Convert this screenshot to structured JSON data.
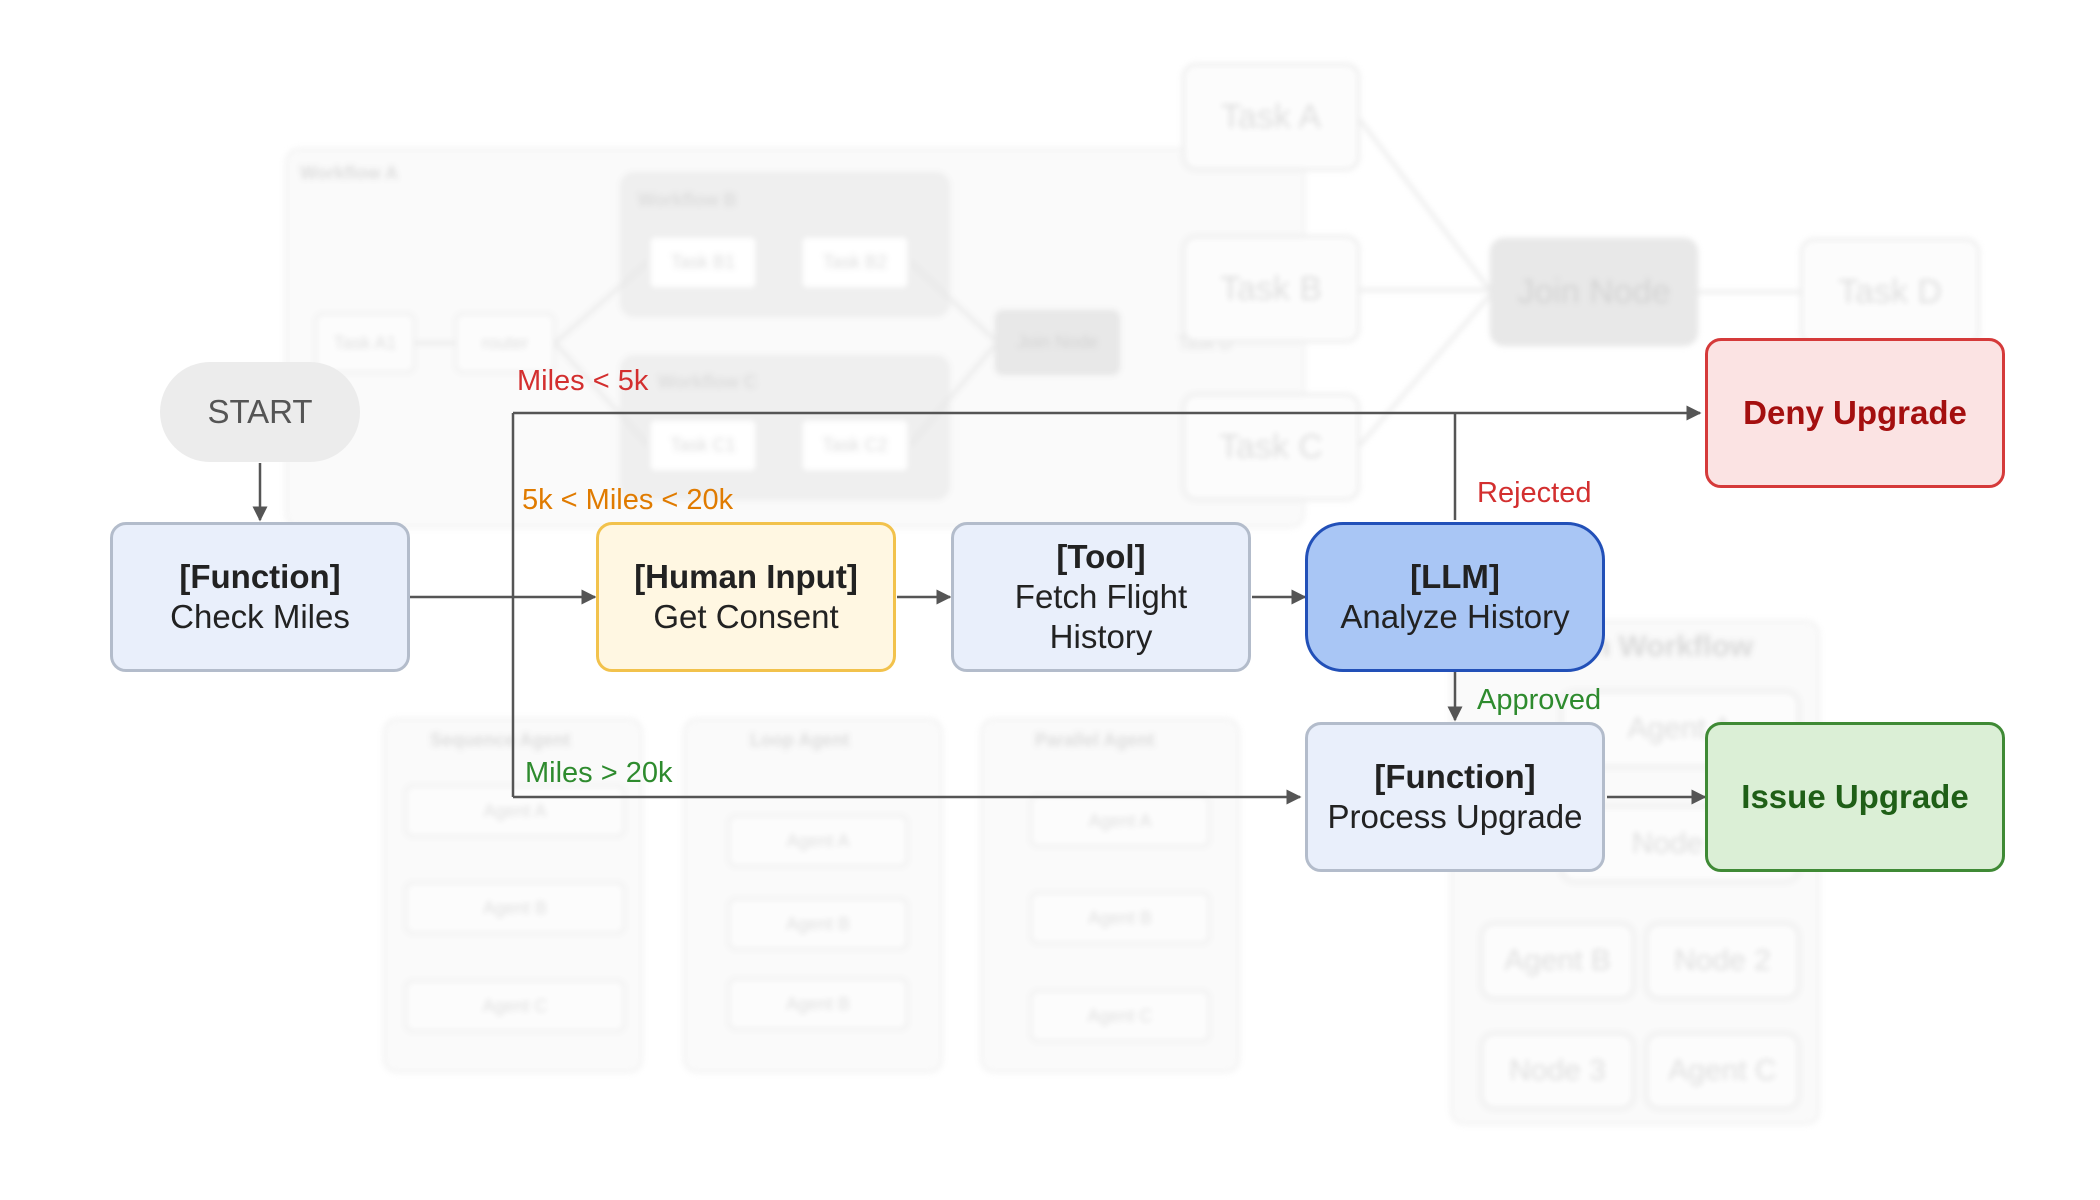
{
  "background": {
    "tasks": [
      "Task A",
      "Task B",
      "Task C",
      "Task D"
    ],
    "join_node": "Join Node",
    "workflow_a": "Workflow A",
    "workflow_b": "Workflow B",
    "workflow_c": "Workflow C",
    "workflow_b_tasks": [
      "Task B1",
      "Task B2"
    ],
    "workflow_c_tasks": [
      "Task C1",
      "Task C2"
    ],
    "task_a1": "Task A1",
    "router": "router",
    "inner_join": "Join Node",
    "inner_after": "Task D",
    "sequence_agent": {
      "title": "Sequence Agent",
      "items": [
        "Agent A",
        "Agent B",
        "Agent C"
      ]
    },
    "loop_agent": {
      "title": "Loop Agent",
      "items": [
        "Agent A",
        "Agent B",
        "Agent B"
      ]
    },
    "parallel_agent": {
      "title": "Parallel Agent",
      "items": [
        "Agent A",
        "Agent B",
        "Agent C"
      ]
    },
    "custom_workflow": {
      "title": "n Workflow",
      "items": [
        "Agent A",
        "Node 1",
        "Agent B",
        "Node 2",
        "Node 3",
        "Agent C"
      ]
    }
  },
  "nodes": {
    "start": {
      "label": "START"
    },
    "check_miles": {
      "kind": "[Function]",
      "label": "Check Miles"
    },
    "get_consent": {
      "kind": "[Human Input]",
      "label": "Get Consent"
    },
    "fetch_history": {
      "kind": "[Tool]",
      "label": "Fetch Flight History"
    },
    "analyze_history": {
      "kind": "[LLM]",
      "label": "Analyze History"
    },
    "process_upgrade": {
      "kind": "[Function]",
      "label": "Process Upgrade"
    },
    "deny_upgrade": {
      "label": "Deny Upgrade"
    },
    "issue_upgrade": {
      "label": "Issue Upgrade"
    }
  },
  "edges": {
    "miles_low": "Miles < 5k",
    "miles_mid": "5k < Miles < 20k",
    "miles_high": "Miles > 20k",
    "rejected": "Rejected",
    "approved": "Approved"
  },
  "colors": {
    "edge": "#555555",
    "red": "#d32f2f",
    "orange": "#e07b00",
    "green": "#2e8b2e"
  }
}
